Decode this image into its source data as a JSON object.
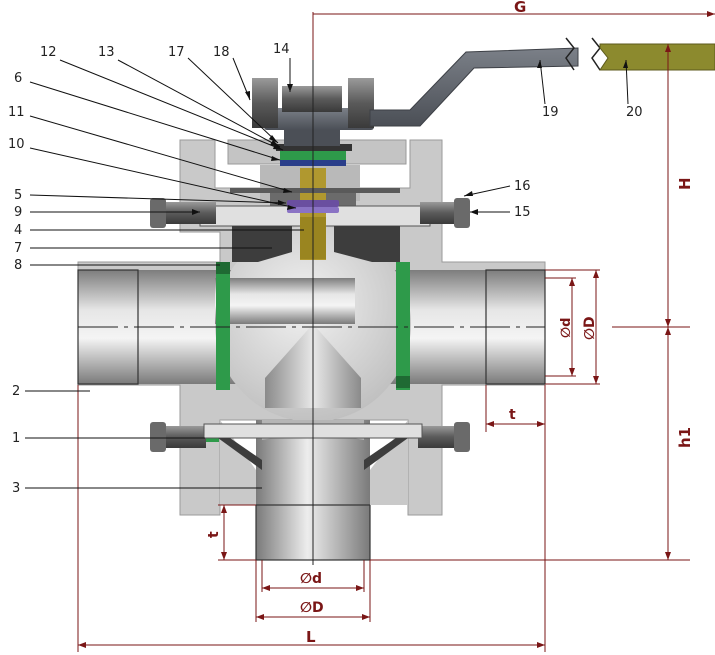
{
  "diagram": {
    "parts": {
      "p1": "1",
      "p2": "2",
      "p3": "3",
      "p4": "4",
      "p5": "5",
      "p6": "6",
      "p7": "7",
      "p8": "8",
      "p9": "9",
      "p10": "10",
      "p11": "11",
      "p12": "12",
      "p13": "13",
      "p14": "14",
      "p15": "15",
      "p16": "16",
      "p17": "17",
      "p18": "18",
      "p19": "19",
      "p20": "20"
    },
    "dimensions": {
      "G": "G",
      "H": "H",
      "h1": "h1",
      "L": "L",
      "t_side": "t",
      "t_bottom": "t",
      "d_side": "∅d",
      "D_side": "∅D",
      "d_bottom": "∅d",
      "D_bottom": "∅D"
    },
    "colors": {
      "dimension": "#7a1616",
      "body": "#c9c9c9",
      "seat": "#2e9a4a",
      "handle": "#5a5e66",
      "handle_sleeve": "#8c8a2e"
    }
  }
}
